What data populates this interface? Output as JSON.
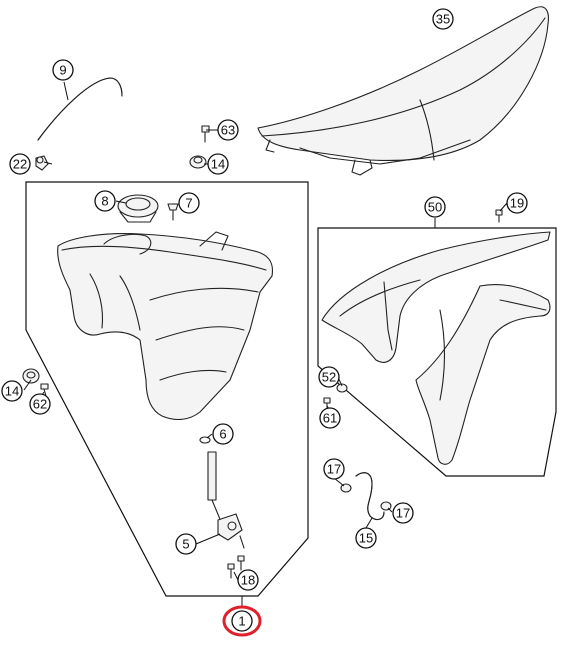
{
  "diagram": {
    "callouts": [
      {
        "id": "part-35",
        "label": "35"
      },
      {
        "id": "part-9",
        "label": "9"
      },
      {
        "id": "part-22",
        "label": "22"
      },
      {
        "id": "part-63",
        "label": "63"
      },
      {
        "id": "part-14-top",
        "label": "14"
      },
      {
        "id": "part-8",
        "label": "8"
      },
      {
        "id": "part-7",
        "label": "7"
      },
      {
        "id": "part-50",
        "label": "50"
      },
      {
        "id": "part-19",
        "label": "19"
      },
      {
        "id": "part-14-left",
        "label": "14"
      },
      {
        "id": "part-62",
        "label": "62"
      },
      {
        "id": "part-52",
        "label": "52"
      },
      {
        "id": "part-61",
        "label": "61"
      },
      {
        "id": "part-6",
        "label": "6"
      },
      {
        "id": "part-17-upper",
        "label": "17"
      },
      {
        "id": "part-17-lower",
        "label": "17"
      },
      {
        "id": "part-15",
        "label": "15"
      },
      {
        "id": "part-5",
        "label": "5"
      },
      {
        "id": "part-18",
        "label": "18"
      },
      {
        "id": "part-1",
        "label": "1"
      }
    ],
    "highlight_color": "#e0202a"
  }
}
